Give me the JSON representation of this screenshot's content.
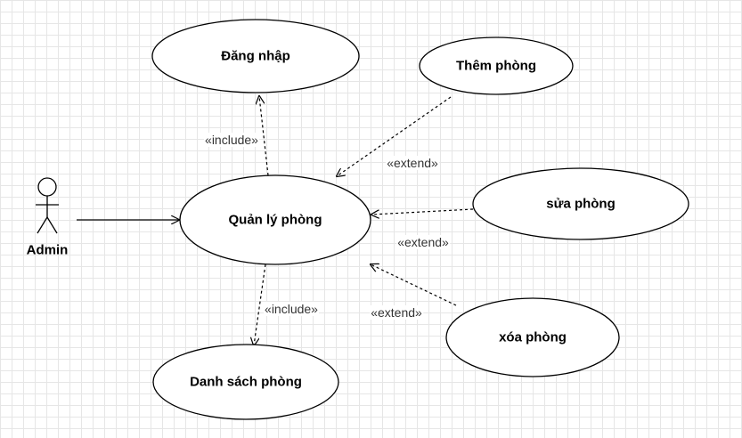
{
  "actor": {
    "name": "Admin",
    "icon": "stick-figure-icon"
  },
  "use_cases": {
    "dang_nhap": "Đăng nhập",
    "quan_ly_phong": "Quản lý phòng",
    "danh_sach_phong": "Danh sách phòng",
    "them_phong": "Thêm phòng",
    "sua_phong": "sửa phòng",
    "xoa_phong": "xóa phòng"
  },
  "relations": {
    "include_dang_nhap": "«include»",
    "include_danh_sach": "«include»",
    "extend_them": "«extend»",
    "extend_sua": "«extend»",
    "extend_xoa": "«extend»"
  },
  "colors": {
    "stroke": "#000000",
    "fill": "#ffffff",
    "grid": "#e6e6e6",
    "label": "#333333"
  }
}
